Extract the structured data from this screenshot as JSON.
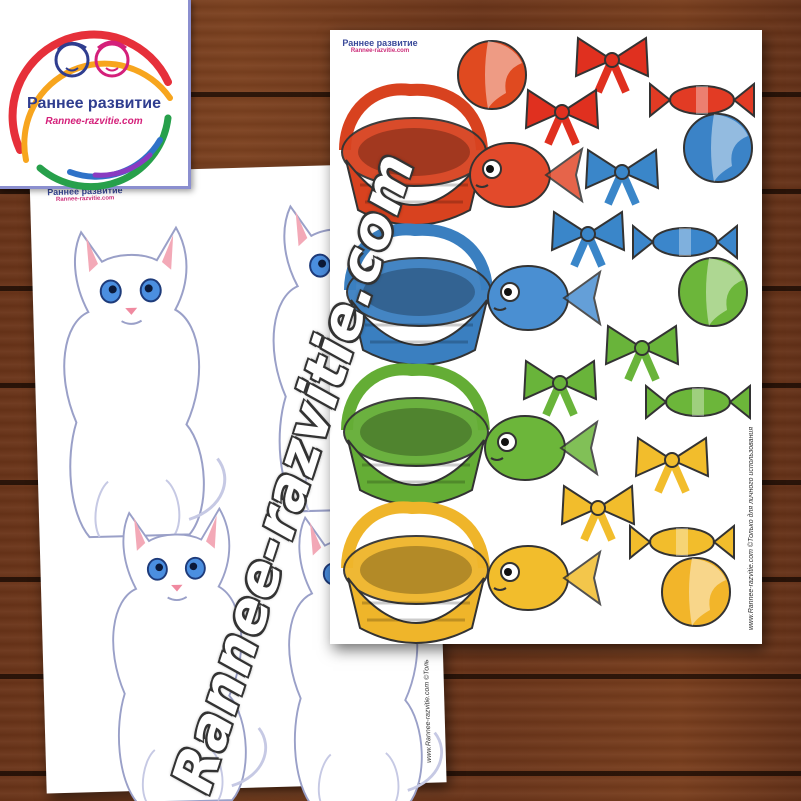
{
  "brand": {
    "logo_title": "Раннее развитие",
    "logo_url": "Rannee-razvitie.com",
    "watermark": "Rannee-razvitie.com"
  },
  "sheet_cats": {
    "brand_name": "Раннее развитие",
    "brand_url": "Rannee-razvitie.com",
    "footer_note": "www.Rannee-razvitie.com ©Толь"
  },
  "sheet_items": {
    "brand_name": "Раннее развитие",
    "brand_url": "Rannee-razvitie.com",
    "footer_note": "www.Rannee-razvitie.com ©Только для личного использования"
  },
  "colors": {
    "red": "#e2441f",
    "blue": "#3a86c9",
    "green": "#6cb63a",
    "yellow": "#f2bd2c",
    "brand_blue": "#2f3d8f",
    "brand_pink": "#d4207a"
  }
}
